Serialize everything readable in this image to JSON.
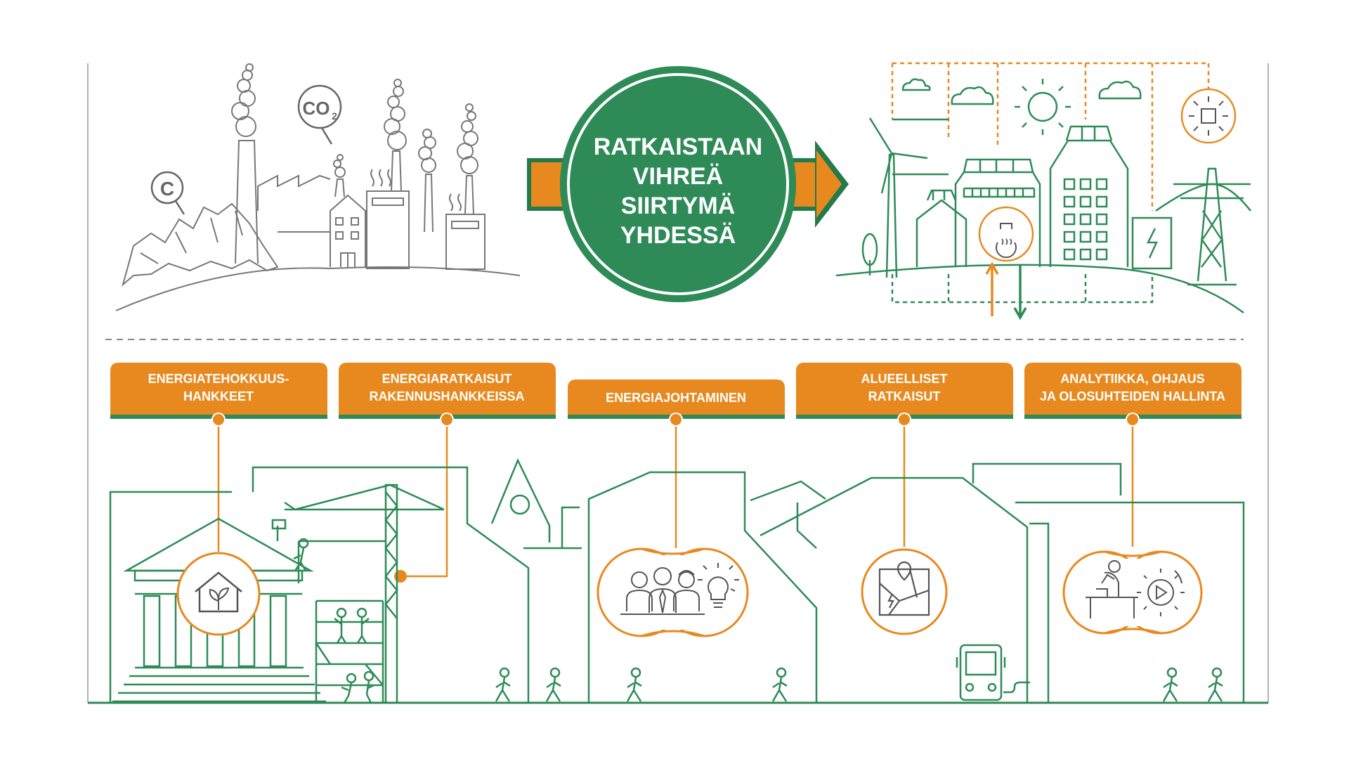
{
  "center": {
    "lines": [
      "RATKAISTAAN",
      "VIHREÄ",
      "SIIRTYMÄ",
      "YHDESSÄ"
    ]
  },
  "emissions": {
    "carbon_symbol": "C",
    "co2_symbol": "CO",
    "co2_subscript": "2"
  },
  "categories": [
    {
      "line1": "ENERGIATEHOKKUUS-",
      "line2": "HANKKEET",
      "icon": "eco-house-icon"
    },
    {
      "line1": "ENERGIARATKAISUT",
      "line2": "RAKENNUSHANKKEISSA",
      "icon": "crane-icon"
    },
    {
      "line1": "ENERGIAJOHTAMINEN",
      "line2": "",
      "icon": "team-lightbulb-icon"
    },
    {
      "line1": "ALUEELLISET",
      "line2": "RATKAISUT",
      "icon": "map-icon"
    },
    {
      "line1": "ANALYTIIKKA, OHJAUS",
      "line2": "JA OLOSUHTEIDEN HALLINTA",
      "icon": "analytics-control-icon"
    }
  ],
  "colors": {
    "green": "#2e8b57",
    "dark_green": "#237a4b",
    "orange": "#e8891f",
    "gray": "#777777"
  }
}
